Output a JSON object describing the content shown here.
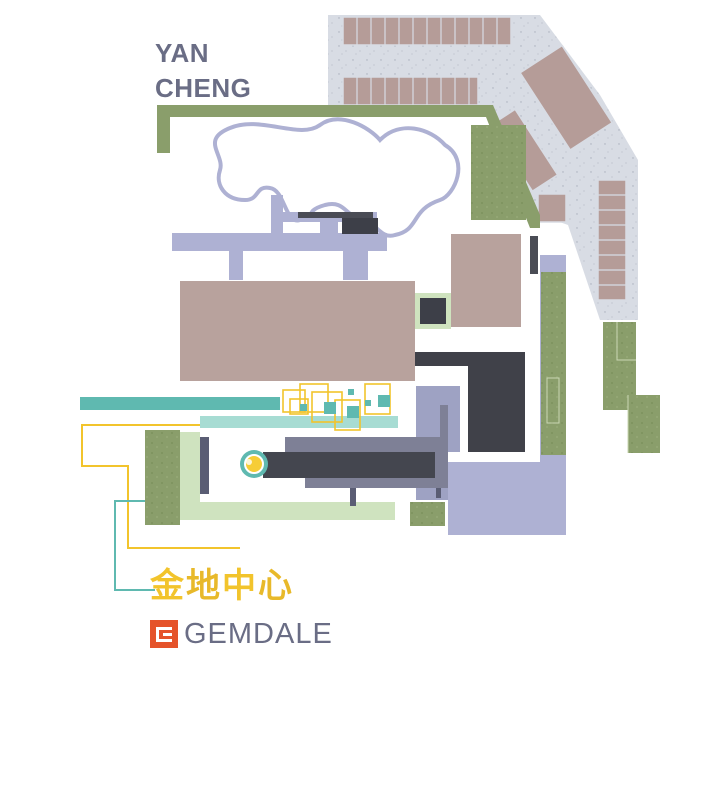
{
  "place": {
    "line1": "YAN",
    "line2": "CHENG"
  },
  "brand": {
    "chinese_chars": [
      "金",
      "地",
      "中",
      "心"
    ],
    "english": "GEMDALE",
    "logo": "gemdale-logo-mark"
  },
  "colors": {
    "text_label": "#6a6d85",
    "paving": "#d8dce4",
    "parking": "#b59c98",
    "building": "#b8a29d",
    "lawn": "#8a9e6b",
    "dark_building": "#4a4c55",
    "water": "#aeb1d3",
    "teal": "#5fb9b0",
    "light_green": "#cfe3bf",
    "yellow": "#f2c42c",
    "orange_red": "#e5532a"
  }
}
